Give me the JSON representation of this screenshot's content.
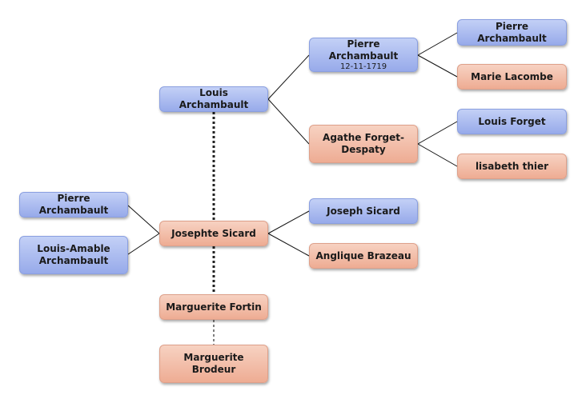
{
  "people": {
    "louis_archambault": {
      "name": "Louis Archambault"
    },
    "pierre_archambault_1719": {
      "name": "Pierre Archambault",
      "date": "12-11-1719"
    },
    "pierre_archambault_gp": {
      "name": "Pierre Archambault"
    },
    "marie_lacombe": {
      "name": "Marie Lacombe"
    },
    "agathe_forget": {
      "name": "Agathe Forget-Despaty"
    },
    "louis_forget": {
      "name": "Louis Forget"
    },
    "lisabeth_thier": {
      "name": "lisabeth thier"
    },
    "pierre_archambault_child": {
      "name": "Pierre Archambault"
    },
    "louis_amable": {
      "name": "Louis-Amable Archambault"
    },
    "josephte_sicard": {
      "name": "Josephte Sicard"
    },
    "joseph_sicard": {
      "name": "Joseph Sicard"
    },
    "anglique_brazeau": {
      "name": "Anglique Brazeau"
    },
    "marguerite_fortin": {
      "name": "Marguerite Fortin"
    },
    "marguerite_brodeur": {
      "name": "Marguerite Brodeur"
    }
  },
  "colors": {
    "male": "#a9b9ef",
    "female": "#f2bca6",
    "line": "#111111",
    "spouse_line": "#333333"
  }
}
